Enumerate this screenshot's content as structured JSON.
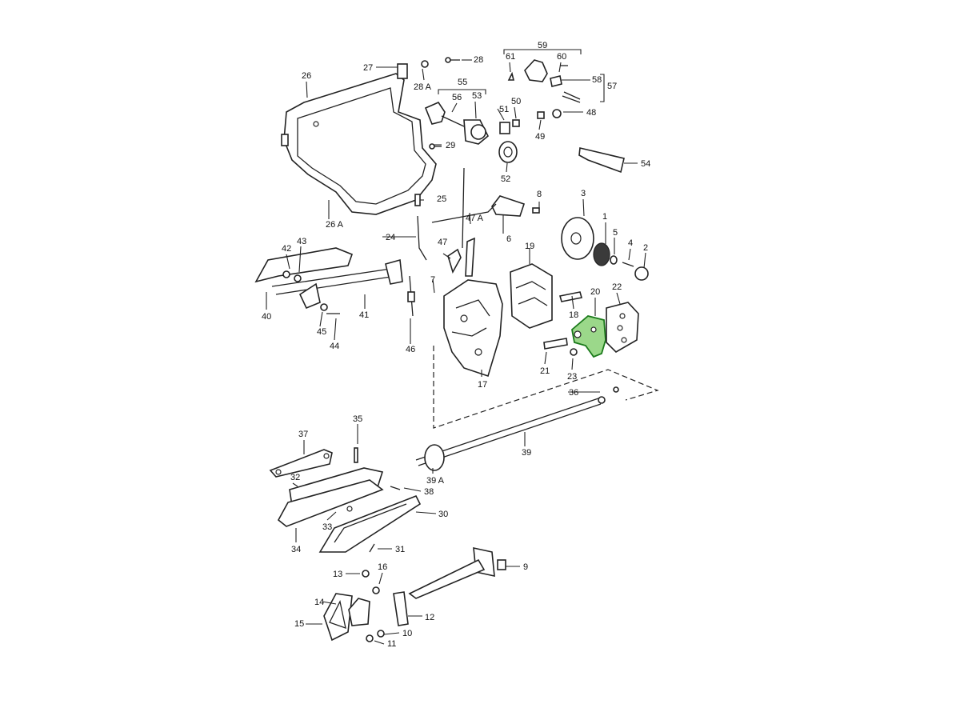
{
  "diagram": {
    "highlight_color": "#9bd88a",
    "callouts": {
      "c1": "1",
      "c2": "2",
      "c3": "3",
      "c4": "4",
      "c5": "5",
      "c6": "6",
      "c7": "7",
      "c8": "8",
      "c9": "9",
      "c10": "10",
      "c11": "11",
      "c12": "12",
      "c13": "13",
      "c14": "14",
      "c15": "15",
      "c16": "16",
      "c17": "17",
      "c18": "18",
      "c19": "19",
      "c20": "20",
      "c21": "21",
      "c22": "22",
      "c23": "23",
      "c24": "24",
      "c25": "25",
      "c26": "26",
      "c26a": "26 A",
      "c27": "27",
      "c28": "28",
      "c28a": "28 A",
      "c29": "29",
      "c30": "30",
      "c31": "31",
      "c32": "32",
      "c33": "33",
      "c34": "34",
      "c35": "35",
      "c36": "36",
      "c37": "37",
      "c38": "38",
      "c39": "39",
      "c39a": "39 A",
      "c40": "40",
      "c41": "41",
      "c42": "42",
      "c43": "43",
      "c44": "44",
      "c45": "45",
      "c46": "46",
      "c47": "47",
      "c47a": "47 A",
      "c48": "48",
      "c49": "49",
      "c50": "50",
      "c51": "51",
      "c52": "52",
      "c53": "53",
      "c54": "54",
      "c55": "55",
      "c56": "56",
      "c57": "57",
      "c58": "58",
      "c59": "59",
      "c60": "60",
      "c61": "61"
    }
  }
}
